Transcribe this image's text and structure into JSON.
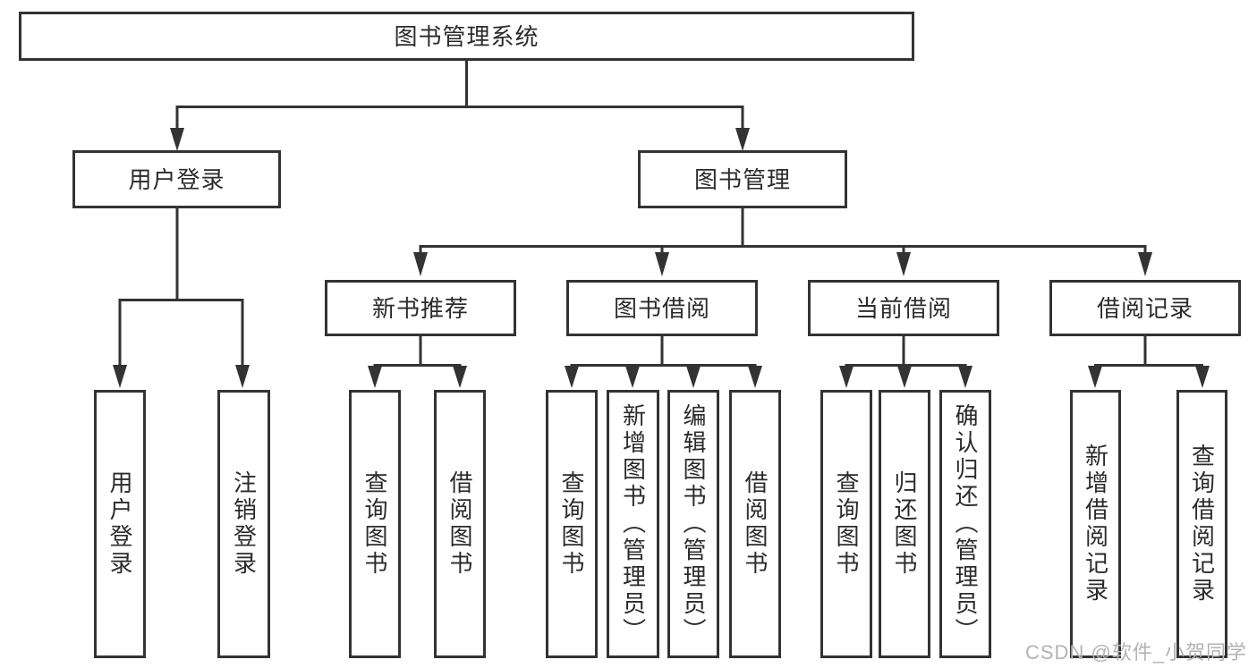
{
  "diagram": {
    "root": {
      "label": "图书管理系统"
    },
    "branches": {
      "user_login": {
        "label": "用户登录"
      },
      "book_mgmt": {
        "label": "图书管理"
      }
    },
    "modules": {
      "new_books": {
        "label": "新书推荐"
      },
      "book_borrow": {
        "label": "图书借阅"
      },
      "current_borrow": {
        "label": "当前借阅"
      },
      "borrow_records": {
        "label": "借阅记录"
      }
    },
    "functions": {
      "user_login": {
        "label": "用户登录"
      },
      "logout": {
        "label": "注销登录"
      },
      "nb_query_books": {
        "label": "查询图书"
      },
      "nb_borrow_books": {
        "label": "借阅图书"
      },
      "bb_query_books": {
        "label": "查询图书"
      },
      "bb_add_books": {
        "label": "新增图书（管理员）"
      },
      "bb_edit_books": {
        "label": "编辑图书（管理员）"
      },
      "bb_borrow_books": {
        "label": "借阅图书"
      },
      "cb_query_books": {
        "label": "查询图书"
      },
      "cb_return_books": {
        "label": "归还图书"
      },
      "cb_confirm_return": {
        "label": "确认归还（管理员）"
      },
      "br_add_record": {
        "label": "新增借阅记录"
      },
      "br_query_record": {
        "label": "查询借阅记录"
      }
    }
  },
  "watermark": {
    "text": "CSDN @软件_小贺同学"
  },
  "colors": {
    "line": "#333333",
    "text": "#2b2b2b",
    "watermark": "#b3b3b3",
    "background": "#ffffff"
  }
}
